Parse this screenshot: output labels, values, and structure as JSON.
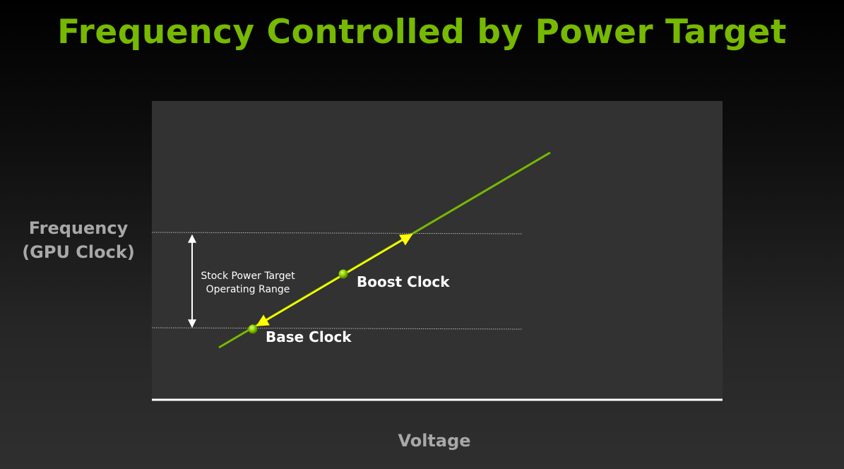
{
  "title": "Frequency Controlled by Power Target",
  "y_axis": {
    "line1": "Frequency",
    "line2": "(GPU Clock)"
  },
  "x_axis": {
    "label": "Voltage"
  },
  "range_annotation": {
    "line1": "Stock Power Target",
    "line2": "Operating Range"
  },
  "points": {
    "boost_label": "Boost Clock",
    "base_label": "Base Clock"
  },
  "colors": {
    "title": "#76b900",
    "curve": "#76b900",
    "range_arrow": "#ffff00",
    "axis_label": "#a8a8a8",
    "plot_background": "#323232",
    "text": "#ffffff"
  }
}
